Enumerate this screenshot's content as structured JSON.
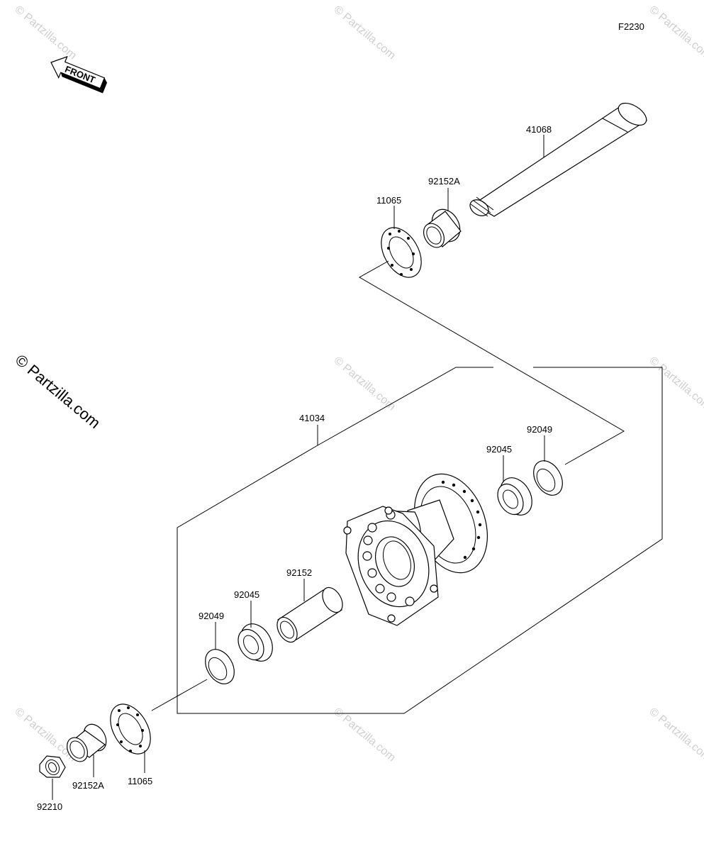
{
  "diagram_code": "F2230",
  "front_label": "FRONT",
  "watermark": "© Partzilla.com",
  "parts": {
    "axle": "41068",
    "collar_top": "92152A",
    "hub_plate_top": "11065",
    "hub": "41034",
    "seal_right": "92049",
    "bearing_right": "92045",
    "spacer": "92152",
    "bearing_left": "92045",
    "seal_left": "92049",
    "hub_plate_bottom": "11065",
    "collar_bottom": "92152A",
    "nut": "92210"
  }
}
